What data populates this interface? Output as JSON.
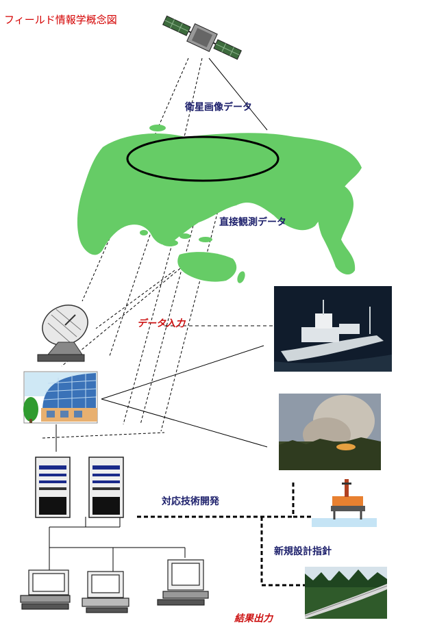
{
  "title": "フィールド情報学概念図",
  "labels": {
    "satellite_data": "衛星画像データ",
    "direct_observation": "直接観測データ",
    "data_input": "データ入力",
    "tech_development": "対応技術開発",
    "design_guideline": "新規設計指針",
    "result_output": "結果出力"
  },
  "colors": {
    "title": "#d40000",
    "navy_label": "#1c1f6b",
    "red_label": "#cc1111",
    "land": "#66cc66"
  },
  "icons": [
    "satellite-icon",
    "globe-map",
    "dish-antenna-icon",
    "building-icon",
    "server-icon",
    "pc-icon",
    "ship-photo",
    "forest-fire-photo",
    "oil-rig-photo",
    "pipeline-photo"
  ]
}
